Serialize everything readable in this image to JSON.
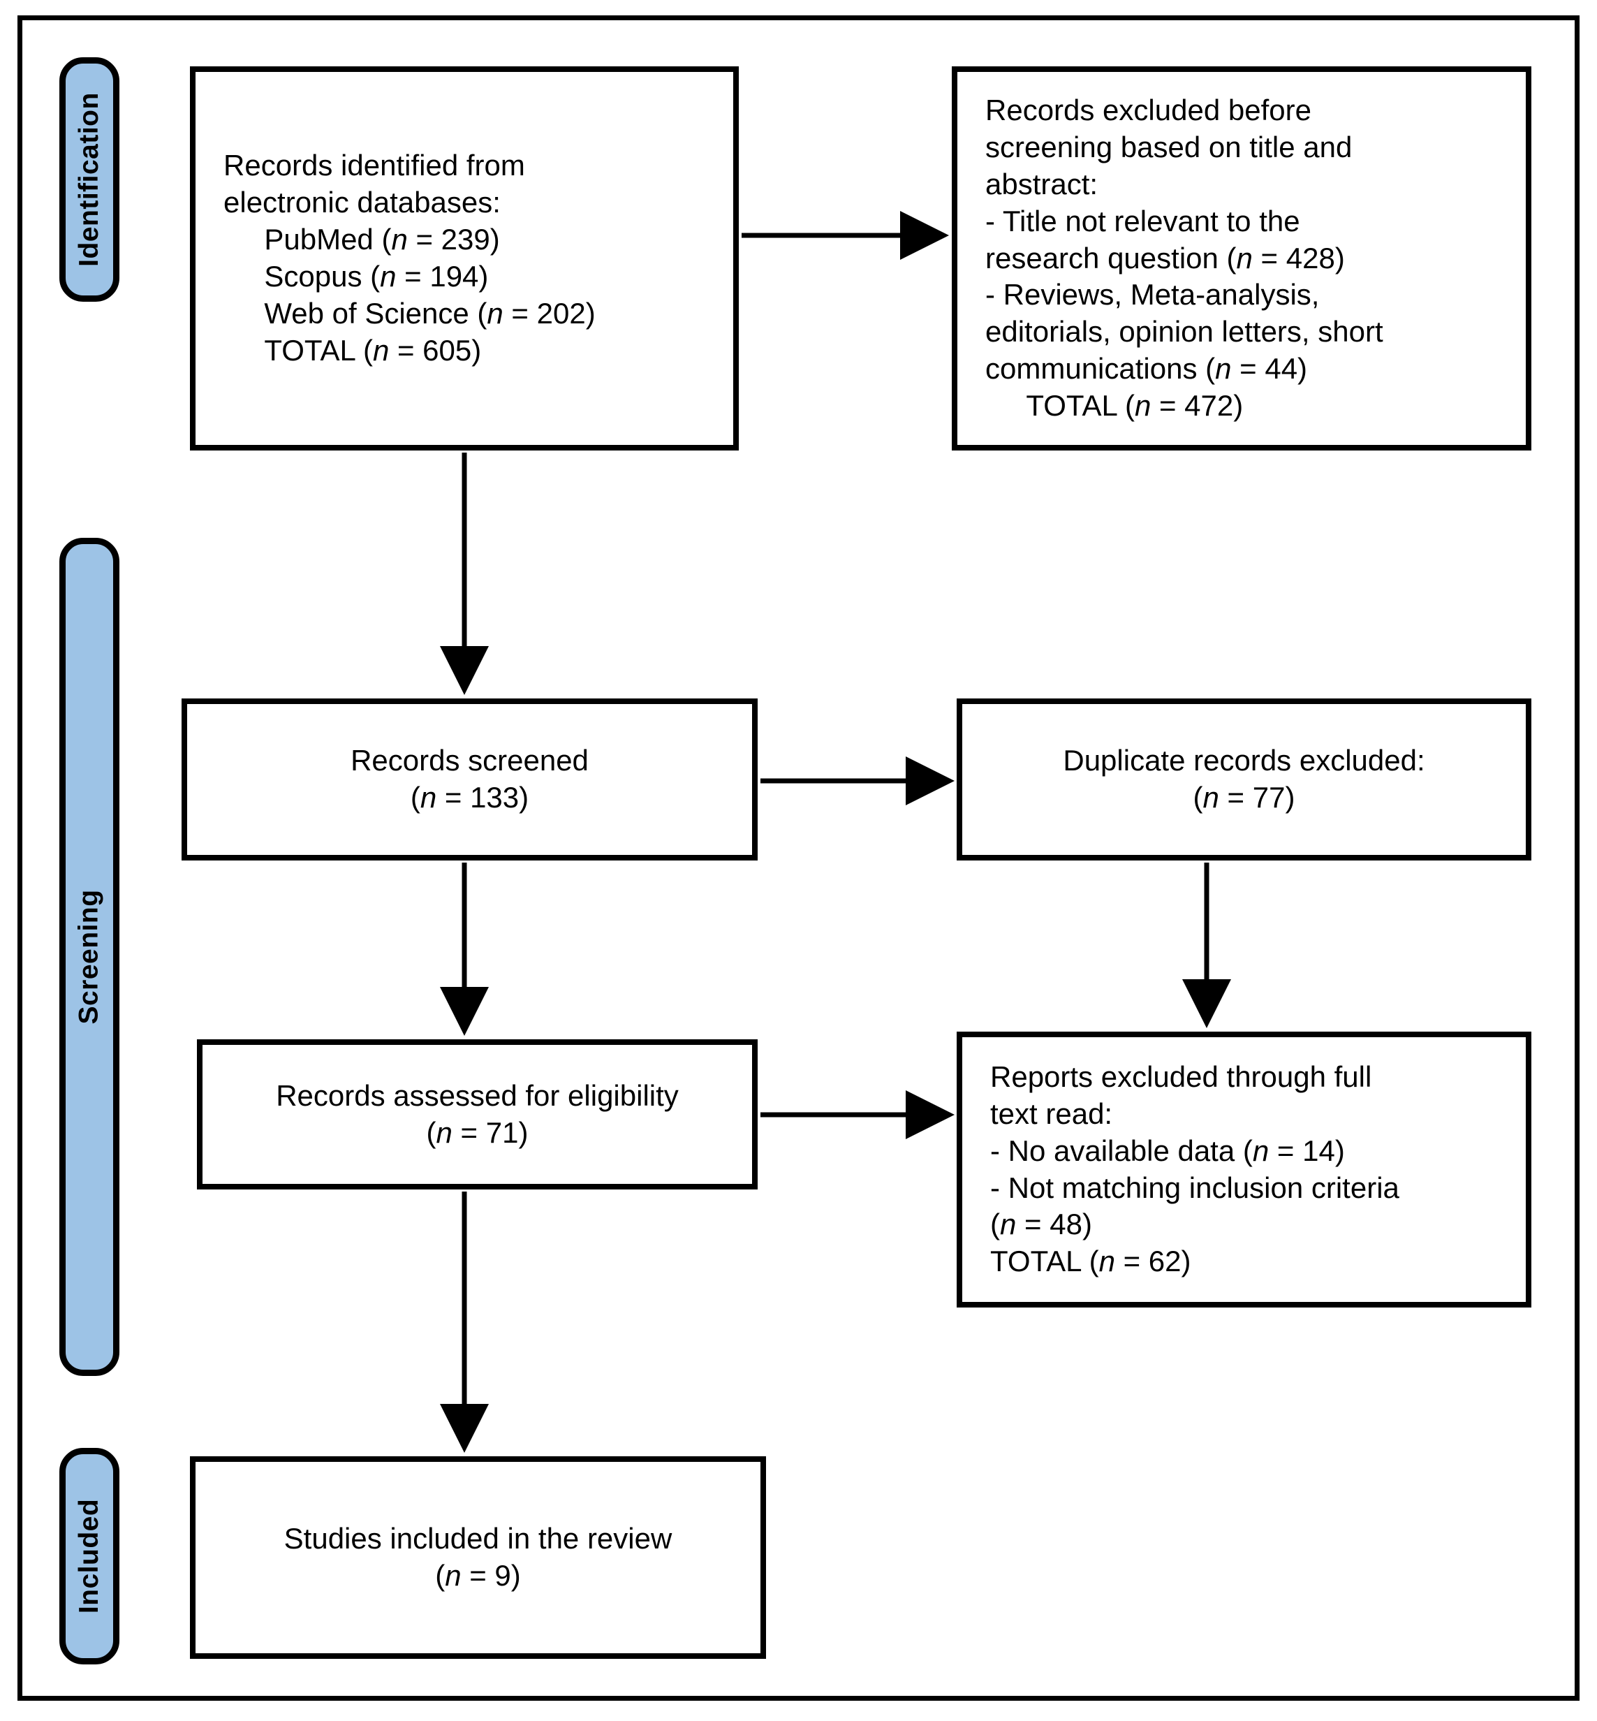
{
  "diagram": {
    "type": "prisma-flow-diagram",
    "title": "PRISMA study selection flow diagram",
    "accent_blue": "#9DC3E6",
    "line_color": "#000000",
    "background": "#FFFFFF"
  },
  "stages": [
    {
      "id": "identification",
      "label": "Identification"
    },
    {
      "id": "screening",
      "label": "Screening"
    },
    {
      "id": "included",
      "label": "Included"
    }
  ],
  "boxes": {
    "records_identified": {
      "id": "records-identified",
      "stage": "identification",
      "align": "left",
      "text": "Records identified from\nelectronic databases:\n     PubMed (n = 239)\n     Scopus (n = 194)\n     Web of Science (n = 202)\n     TOTAL (n = 605)",
      "lines": [
        "Records identified from",
        "electronic databases:",
        "     PubMed (n = 239)",
        "     Scopus (n = 194)",
        "     Web of Science (n = 202)",
        "     TOTAL (n = 605)"
      ]
    },
    "records_excluded_before_screening": {
      "id": "records-excluded-before-screening",
      "stage": "identification",
      "align": "left",
      "text": "Records excluded before\nscreening based on title and\nabstract:\n- Title not relevant to the\nresearch question (n = 428)\n- Reviews, Meta-analysis,\neditorials, opinion letters, short\ncommunications (n = 44)\n     TOTAL (n = 472)",
      "lines": [
        "Records excluded before",
        "screening based on title and",
        "abstract:",
        "- Title not relevant to the",
        "research question (n = 428)",
        "- Reviews, Meta-analysis,",
        "editorials, opinion letters, short",
        "communications (n = 44)",
        "     TOTAL (n = 472)"
      ]
    },
    "records_screened": {
      "id": "records-screened",
      "stage": "screening",
      "align": "center",
      "text": "Records screened\n(n = 133)",
      "lines": [
        "Records screened",
        "(n = 133)"
      ]
    },
    "duplicate_records_excluded": {
      "id": "duplicate-records-excluded",
      "stage": "screening",
      "align": "center",
      "text": "Duplicate records excluded:\n(n = 77)",
      "lines": [
        "Duplicate records excluded:",
        "(n = 77)"
      ]
    },
    "records_assessed_eligibility": {
      "id": "records-assessed-for-eligibility",
      "stage": "screening",
      "align": "center",
      "text": "Records assessed for eligibility\n(n = 71)",
      "lines": [
        "Records assessed for eligibility",
        "(n = 71)"
      ]
    },
    "reports_excluded_full_text": {
      "id": "reports-excluded-full-text",
      "stage": "screening",
      "align": "left",
      "text": "Reports excluded through full\ntext read:\n- No available data (n = 14)\n- Not matching inclusion criteria\n(n = 48)\nTOTAL (n = 62)",
      "lines": [
        "Reports excluded through full",
        "text read:",
        "- No available data (n = 14)",
        "- Not matching inclusion criteria",
        "(n = 48)",
        "TOTAL (n = 62)"
      ]
    },
    "studies_included": {
      "id": "studies-included-in-review",
      "stage": "included",
      "align": "center",
      "text": "Studies included in the review\n(n = 9)",
      "lines": [
        "Studies included in the review",
        "(n = 9)"
      ]
    }
  },
  "counts": {
    "pubmed": 239,
    "scopus": 194,
    "web_of_science": 202,
    "identified_total": 605,
    "excluded_title_not_relevant": 428,
    "excluded_reviews_meta_editorials": 44,
    "excluded_before_screening_total": 472,
    "records_screened": 133,
    "duplicates_excluded": 77,
    "assessed_for_eligibility": 71,
    "no_available_data": 14,
    "not_matching_inclusion_criteria": 48,
    "full_text_excluded_total": 62,
    "studies_included": 9
  },
  "connectors": [
    {
      "id": "identified-to-excluded",
      "from": "records_identified",
      "to": "records_excluded_before_screening",
      "direction": "right"
    },
    {
      "id": "identified-to-screened",
      "from": "records_identified",
      "to": "records_screened",
      "direction": "down"
    },
    {
      "id": "screened-to-duplicates",
      "from": "records_screened",
      "to": "duplicate_records_excluded",
      "direction": "right"
    },
    {
      "id": "duplicates-to-reports",
      "from": "duplicate_records_excluded",
      "to": "reports_excluded_full_text",
      "direction": "down"
    },
    {
      "id": "screened-to-eligibility",
      "from": "records_screened",
      "to": "records_assessed_eligibility",
      "direction": "down"
    },
    {
      "id": "eligibility-to-reports",
      "from": "records_assessed_eligibility",
      "to": "reports_excluded_full_text",
      "direction": "right"
    },
    {
      "id": "eligibility-to-included",
      "from": "records_assessed_eligibility",
      "to": "studies_included",
      "direction": "down"
    }
  ]
}
